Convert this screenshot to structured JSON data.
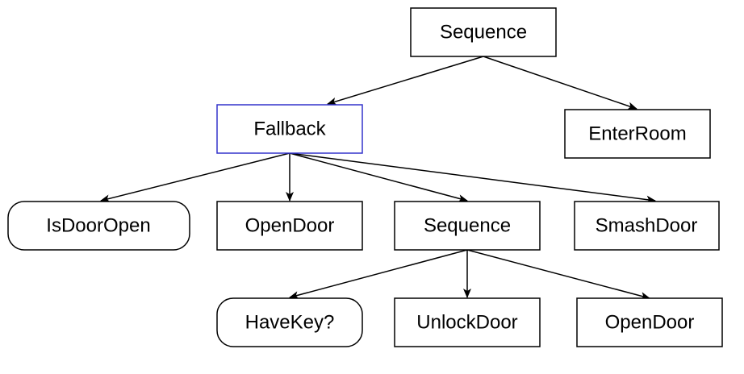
{
  "colors": {
    "stroke": "#000000",
    "highlight": "#3333cc",
    "background": "#ffffff"
  },
  "nodes": {
    "root_sequence": {
      "label": "Sequence",
      "shape": "rectangle"
    },
    "fallback": {
      "label": "Fallback",
      "shape": "rectangle",
      "highlighted": true
    },
    "enter_room": {
      "label": "EnterRoom",
      "shape": "rectangle"
    },
    "is_door_open": {
      "label": "IsDoorOpen",
      "shape": "rounded-rectangle"
    },
    "open_door_1": {
      "label": "OpenDoor",
      "shape": "rectangle"
    },
    "sub_sequence": {
      "label": "Sequence",
      "shape": "rectangle"
    },
    "smash_door": {
      "label": "SmashDoor",
      "shape": "rectangle"
    },
    "have_key": {
      "label": "HaveKey?",
      "shape": "rounded-rectangle"
    },
    "unlock_door": {
      "label": "UnlockDoor",
      "shape": "rectangle"
    },
    "open_door_2": {
      "label": "OpenDoor",
      "shape": "rectangle"
    }
  },
  "edges": [
    {
      "from": "root_sequence",
      "to": "fallback"
    },
    {
      "from": "root_sequence",
      "to": "enter_room"
    },
    {
      "from": "fallback",
      "to": "is_door_open"
    },
    {
      "from": "fallback",
      "to": "open_door_1"
    },
    {
      "from": "fallback",
      "to": "sub_sequence"
    },
    {
      "from": "fallback",
      "to": "smash_door"
    },
    {
      "from": "sub_sequence",
      "to": "have_key"
    },
    {
      "from": "sub_sequence",
      "to": "unlock_door"
    },
    {
      "from": "sub_sequence",
      "to": "open_door_2"
    }
  ]
}
